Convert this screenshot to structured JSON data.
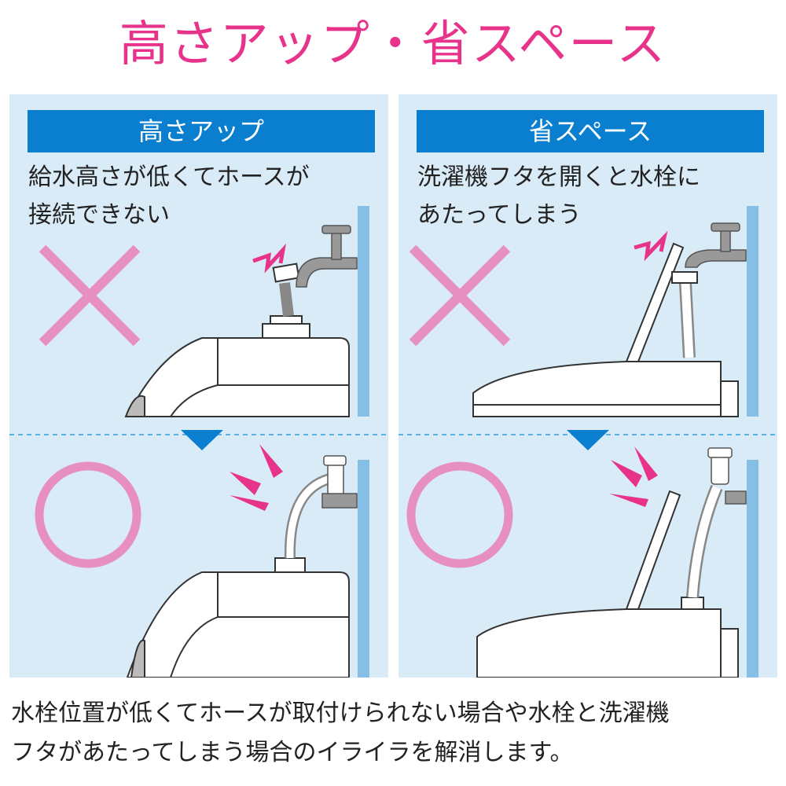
{
  "title": "高さアップ・省スペース",
  "panels": [
    {
      "heading": "高さアップ",
      "desc_line1": "給水高さが低くてホースが",
      "desc_line2": "接続できない"
    },
    {
      "heading": "省スペース",
      "desc_line1": "洗濯機フタを開くと水栓に",
      "desc_line2": "あたってしまう"
    }
  ],
  "bottom_line1": "水栓位置が低くてホースが取付けられない場合や水栓と洗濯機",
  "bottom_line2": "フタがあたってしまう場合のイライラを解消します。",
  "colors": {
    "accent_pink": "#e8338b",
    "blue": "#0a7fd0",
    "panel_bg": "#d9ebf7",
    "mark_pink": "#e68fc0"
  }
}
